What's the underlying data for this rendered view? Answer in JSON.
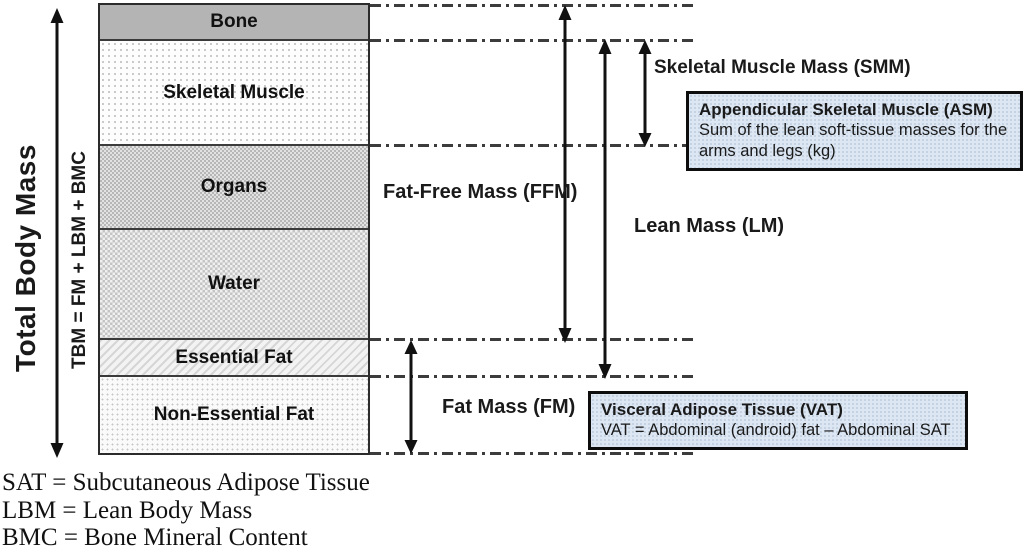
{
  "axis": {
    "label": "Total Body Mass",
    "formula": "TBM = FM + LBM + BMC"
  },
  "bar": {
    "segments": [
      {
        "name": "Bone",
        "pattern": "solid-gray"
      },
      {
        "name": "Skeletal Muscle",
        "pattern": "light-dots"
      },
      {
        "name": "Organs",
        "pattern": "gray-checker"
      },
      {
        "name": "Water",
        "pattern": "gray-weave"
      },
      {
        "name": "Essential Fat",
        "pattern": "diagonal-hatch"
      },
      {
        "name": "Non-Essential Fat",
        "pattern": "light-dots"
      }
    ]
  },
  "measures": {
    "ffm": "Fat-Free Mass (FFM)",
    "lm": "Lean Mass (LM)",
    "smm": "Skeletal Muscle Mass (SMM)",
    "fm": "Fat Mass (FM)"
  },
  "callouts": {
    "asm": {
      "title": "Appendicular Skeletal Muscle (ASM)",
      "body": "Sum of the lean soft-tissue masses for the arms and legs (kg)"
    },
    "vat": {
      "title": "Visceral Adipose Tissue (VAT)",
      "body": "VAT = Abdominal (android) fat – Abdominal SAT"
    }
  },
  "footnotes": [
    "SAT = Subcutaneous Adipose Tissue",
    "LBM = Lean Body Mass",
    "BMC = Bone Mineral Content"
  ],
  "colors": {
    "bone_fill": "#b4b4b4",
    "callout_bg": "#dce7f3",
    "line": "#1a1a1a",
    "text": "#111111"
  }
}
